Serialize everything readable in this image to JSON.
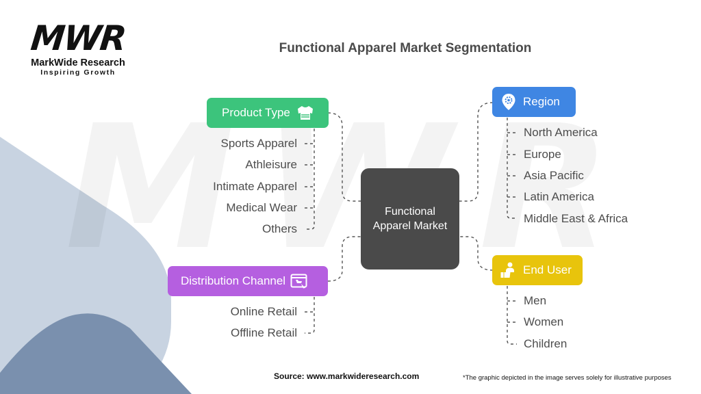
{
  "brand": {
    "logo_mark": "MWR",
    "name": "MarkWide Research",
    "tagline": "Inspiring Growth",
    "watermark": "MWR"
  },
  "title": "Functional Apparel Market Segmentation",
  "center": {
    "label": "Functional Apparel Market"
  },
  "colors": {
    "product_type": "#3cc47c",
    "distribution": "#b55fe0",
    "region": "#3f86e3",
    "end_user": "#e8c40c",
    "center": "#4a4a4a",
    "items_text": "#4d4d4d"
  },
  "categories": {
    "product_type": {
      "label": "Product Type",
      "icon": "sweater-icon",
      "items": [
        "Sports Apparel",
        "Athleisure",
        "Intimate Apparel",
        "Medical Wear",
        "Others"
      ]
    },
    "distribution": {
      "label": "Distribution Channel",
      "icon": "online-shop-icon",
      "items": [
        "Online Retail",
        "Offline Retail"
      ]
    },
    "region": {
      "label": "Region",
      "icon": "location-pin-icon",
      "items": [
        "North America",
        "Europe",
        "Asia Pacific",
        "Latin America",
        "Middle East & Africa"
      ]
    },
    "end_user": {
      "label": "End User",
      "icon": "user-thumbs-up-icon",
      "items": [
        "Men",
        "Women",
        "Children"
      ]
    }
  },
  "footer": {
    "source": "Source: www.markwideresearch.com",
    "note": "*The graphic depicted in the image serves solely for illustrative purposes"
  }
}
